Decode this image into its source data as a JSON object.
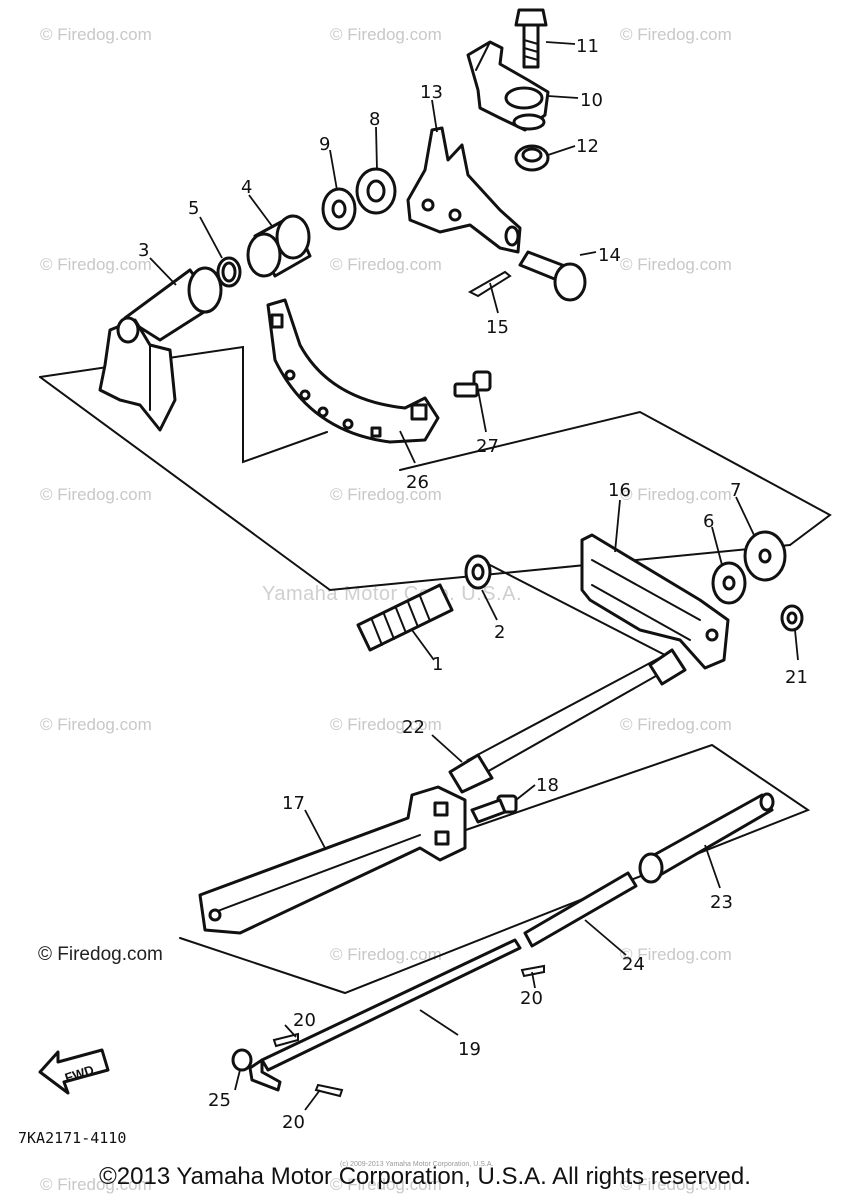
{
  "watermarks": {
    "site": "© Firedog.com",
    "site_big": "© Firedog.com",
    "center": "Yamaha Motor Corp. U.S.A."
  },
  "callouts": [
    "1",
    "2",
    "3",
    "4",
    "5",
    "6",
    "7",
    "8",
    "9",
    "10",
    "11",
    "12",
    "13",
    "14",
    "15",
    "16",
    "17",
    "18",
    "19",
    "20",
    "20",
    "20",
    "21",
    "22",
    "23",
    "24",
    "25",
    "26",
    "27"
  ],
  "fwd_label": "FWD",
  "drawing_code": "7KA2171-4110",
  "tiny_note": "(c) 2009-2013 Yamaha Motor Corporation, U.S.A.",
  "copyright": "©2013 Yamaha Motor Corporation, U.S.A. All rights reserved."
}
